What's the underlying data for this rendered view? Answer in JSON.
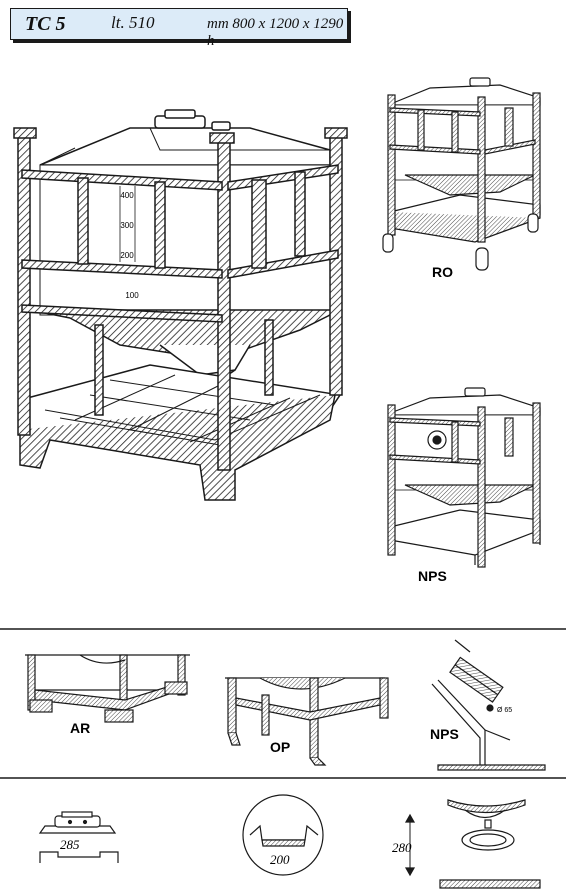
{
  "header": {
    "model": "TC 5",
    "capacity": "lt. 510",
    "dimensions": "mm 800 x 1200 x 1290 h"
  },
  "main_drawing": {
    "scale_marks": [
      "400",
      "300",
      "200",
      "100"
    ]
  },
  "variants": {
    "ro": "RO",
    "nps": "NPS"
  },
  "details": {
    "ar": "AR",
    "op": "OP",
    "nps": "NPS",
    "nps_diameter": "Ø 65"
  },
  "dimensions_row": {
    "lid": "285",
    "outlet": "200",
    "height": "280"
  },
  "colors": {
    "ink": "#1a1a1a",
    "title_bg": "#dcebf8"
  }
}
